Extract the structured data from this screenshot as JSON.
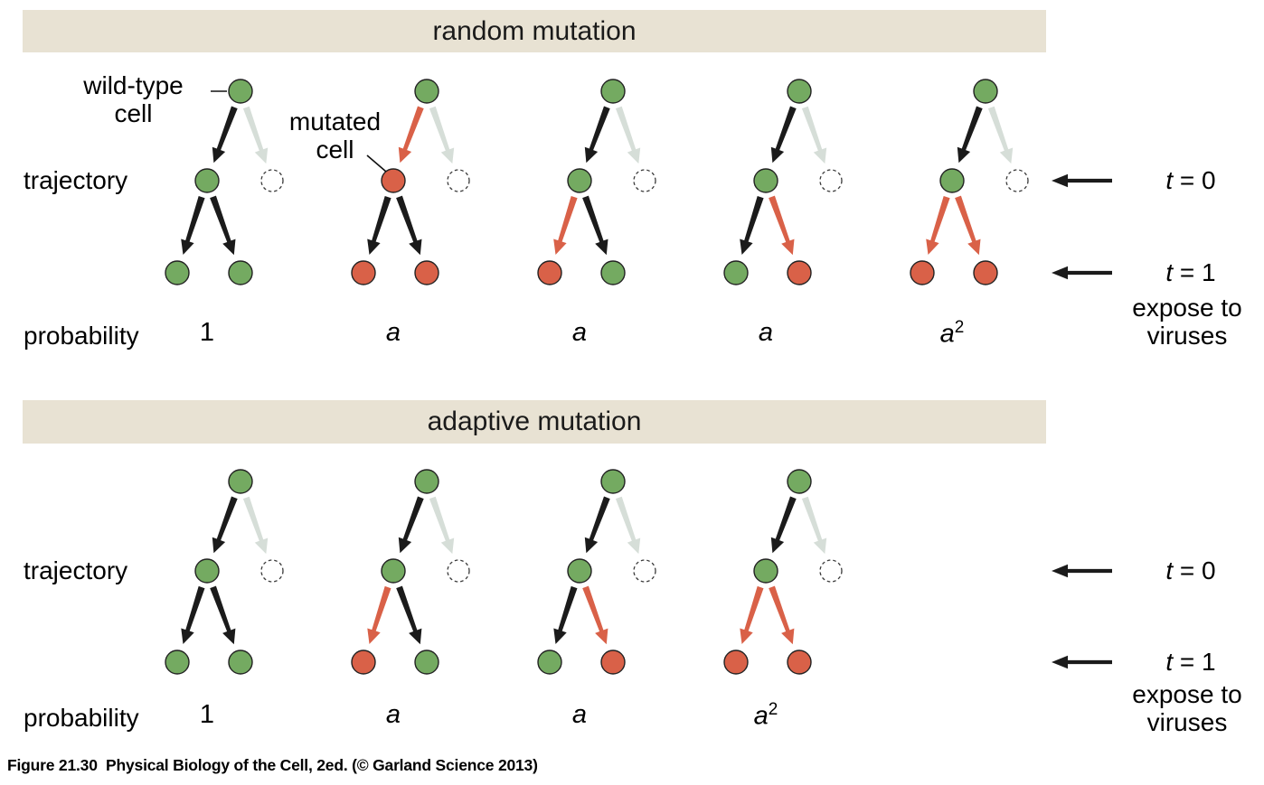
{
  "colors": {
    "green": "#74aa61",
    "red": "#d96148",
    "black": "#1b1b1b",
    "gray": "#d6ded8",
    "header_bg": "#e8e2d3",
    "cell_outline": "#222222",
    "dashed_outline": "#3a3a3a"
  },
  "caption": "Figure 21.30  Physical Biology of the Cell, 2ed. (© Garland Science 2013)",
  "annotations": {
    "wild_type": {
      "line1": "wild-type",
      "line2": "cell"
    },
    "mutated": {
      "line1": "mutated",
      "line2": "cell"
    }
  },
  "panels": [
    {
      "title": "random mutation",
      "trajectory_label": "trajectory",
      "probability_label": "probability",
      "timeline": {
        "t0_var": "t",
        "t0_rest": " = 0",
        "t1_var": "t",
        "t1_rest": " = 1",
        "expose_line1": "expose to",
        "expose_line2": "viruses"
      },
      "trees": [
        {
          "root": "green",
          "mid_arrow": "black",
          "mid": "green",
          "right_branch": {
            "arrow": "gray",
            "cell": "empty-dashed"
          },
          "child_arrows": [
            "black",
            "black"
          ],
          "children": [
            "green",
            "green"
          ],
          "probability": {
            "base": "1",
            "sup": ""
          }
        },
        {
          "root": "green",
          "mid_arrow": "red",
          "mid": "red",
          "right_branch": {
            "arrow": "gray",
            "cell": "empty-dashed"
          },
          "child_arrows": [
            "black",
            "black"
          ],
          "children": [
            "red",
            "red"
          ],
          "probability": {
            "base": "a",
            "sup": ""
          }
        },
        {
          "root": "green",
          "mid_arrow": "black",
          "mid": "green",
          "right_branch": {
            "arrow": "gray",
            "cell": "empty-dashed"
          },
          "child_arrows": [
            "red",
            "black"
          ],
          "children": [
            "red",
            "green"
          ],
          "probability": {
            "base": "a",
            "sup": ""
          }
        },
        {
          "root": "green",
          "mid_arrow": "black",
          "mid": "green",
          "right_branch": {
            "arrow": "gray",
            "cell": "empty-dashed"
          },
          "child_arrows": [
            "black",
            "red"
          ],
          "children": [
            "green",
            "red"
          ],
          "probability": {
            "base": "a",
            "sup": ""
          }
        },
        {
          "root": "green",
          "mid_arrow": "black",
          "mid": "green",
          "right_branch": {
            "arrow": "gray",
            "cell": "empty-dashed"
          },
          "child_arrows": [
            "red",
            "red"
          ],
          "children": [
            "red",
            "red"
          ],
          "probability": {
            "base": "a",
            "sup": "2"
          }
        }
      ]
    },
    {
      "title": "adaptive mutation",
      "trajectory_label": "trajectory",
      "probability_label": "probability",
      "timeline": {
        "t0_var": "t",
        "t0_rest": " = 0",
        "t1_var": "t",
        "t1_rest": " = 1",
        "expose_line1": "expose to",
        "expose_line2": "viruses"
      },
      "trees": [
        {
          "root": "green",
          "mid_arrow": "black",
          "mid": "green",
          "right_branch": {
            "arrow": "gray",
            "cell": "empty-dashed"
          },
          "child_arrows": [
            "black",
            "black"
          ],
          "children": [
            "green",
            "green"
          ],
          "probability": {
            "base": "1",
            "sup": ""
          }
        },
        {
          "root": "green",
          "mid_arrow": "black",
          "mid": "green",
          "right_branch": {
            "arrow": "gray",
            "cell": "empty-dashed"
          },
          "child_arrows": [
            "red",
            "black"
          ],
          "children": [
            "red",
            "green"
          ],
          "probability": {
            "base": "a",
            "sup": ""
          }
        },
        {
          "root": "green",
          "mid_arrow": "black",
          "mid": "green",
          "right_branch": {
            "arrow": "gray",
            "cell": "empty-dashed"
          },
          "child_arrows": [
            "black",
            "red"
          ],
          "children": [
            "green",
            "red"
          ],
          "probability": {
            "base": "a",
            "sup": ""
          }
        },
        {
          "root": "green",
          "mid_arrow": "black",
          "mid": "green",
          "right_branch": {
            "arrow": "gray",
            "cell": "empty-dashed"
          },
          "child_arrows": [
            "red",
            "red"
          ],
          "children": [
            "red",
            "red"
          ],
          "probability": {
            "base": "a",
            "sup": "2"
          }
        }
      ]
    }
  ]
}
